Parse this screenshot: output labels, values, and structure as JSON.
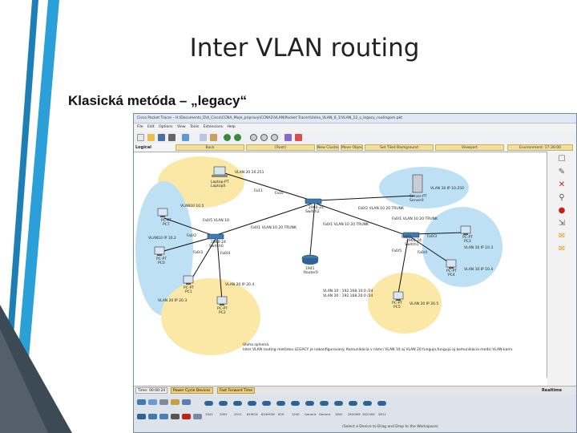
{
  "slide": {
    "title": "Inter VLAN routing",
    "subtitle": "Klasická metóda – „legacy“"
  },
  "app": {
    "window_title": "Cisco Packet Tracer - H:\\Documents_D\\4_Cisco\\CCNA_Moje_pripravy\\CCNA2\\VLAN\\Packet Tracer\\Uloha_VLAN_0_1\\VLAN_12_s_legacy_routingom.pkt",
    "menu": [
      "File",
      "Edit",
      "Options",
      "View",
      "Tools",
      "Extensions",
      "Help"
    ],
    "logical_label": "Logical",
    "logical_bar": [
      "Back",
      "[Root]",
      "New Cluster",
      "Move Object",
      "Set Tiled Background",
      "Viewport",
      "Environment: 17:30:00"
    ],
    "time_label": "Time: 00:00:24",
    "power_cycle": "Power Cycle Devices",
    "fast_forward": "Fast Forward Time",
    "realtime": "Realtime",
    "drag_hint": "(Select a Device to Drag and Drop to the Workspace)",
    "device_models": [
      "1941",
      "2901",
      "2911",
      "819IOX",
      "819HGW",
      "829",
      "1240",
      "Generic",
      "Generic",
      "1841",
      "2620XM",
      "2621XM",
      "2811"
    ]
  },
  "topology": {
    "nodes": {
      "laptop0": {
        "type": "Laptop-PT",
        "name": "Laptop0",
        "vlan": "VLAN 20 20.251"
      },
      "pc7": {
        "type": "PC-PT",
        "name": "PC7",
        "vlan": "VLAN10 10.5"
      },
      "pc0": {
        "type": "PC-PT",
        "name": "PC0",
        "vlan": "VLAN10 IP 10.2"
      },
      "pc1": {
        "type": "PC-PT",
        "name": "PC1",
        "vlan": "VLAN 20 IP 20.3"
      },
      "pc2": {
        "type": "PC-PT",
        "name": "PC2",
        "vlan": "VLAN 20 IP 20.4"
      },
      "switch0": {
        "type": "2960-24",
        "name": "Switch0"
      },
      "switch2": {
        "type": "2960-24",
        "name": "Switch2"
      },
      "switch1": {
        "type": "2960-24",
        "name": "Switch1"
      },
      "router0": {
        "type": "1941",
        "name": "Router0"
      },
      "server0": {
        "type": "Server-PT",
        "name": "Server0",
        "vlan": "VLAN 10 IP 10.250"
      },
      "pc3": {
        "type": "PC-PT",
        "name": "PC3",
        "vlan": "VLAN 10 IP 10.3"
      },
      "pc4": {
        "type": "PC-PT",
        "name": "PC4",
        "vlan": "VLAN 10 IP 10.4"
      },
      "pc5": {
        "type": "PC-PT",
        "name": "PC5",
        "vlan": "VLAN 20 IP 20.5"
      }
    },
    "link_labels": {
      "fa11": "Fa11",
      "fa10": "Fa10",
      "fa05_sw0": "Fa0/5 VLAN 10",
      "fa02_sw0": "Fa0/2",
      "fa03_sw0": "Fa0/3",
      "fa04_sw0": "Fa0/4",
      "fa01_sw0_trunk": "Fa0/1 VLAN 10 20 TRUNK",
      "fa02_sw2_trunk": "Fa0/2 VLAN 10 20 TRUNK",
      "fa01_sw2_trunk": "Fa0/1 VLAN 10 20 TRUNK",
      "fa01_sw1_trunk": "Fa0/1 VLAN 10 20 TRUNK",
      "fa02_sw1": "Fa0/2",
      "fa03_sw1": "Fa0/3",
      "fa05_sw1": "Fa0/5",
      "fa04_sw1": "Fa0/4"
    },
    "notes": {
      "vlan10": "VLAN 10 : 192.168.10.0 /24",
      "vlan20": "VLAN 20 : 192.168.20.0 /24",
      "task_done": "Uloha splnená.",
      "task_desc": "Inter VLAN routing metódou LEGACY je nakonfigurovaný. Komunikácia v rámci VLAN 10 aj VLAN 20 funguje,fungujú aj komunikácia medzi VLAN-kami."
    }
  },
  "colors": {
    "vlan10_zone": "#bde0f5",
    "vlan20_zone": "#fbe8a6",
    "deco_blue": "#2a9fd8",
    "deco_dark": "#3c4a55"
  }
}
